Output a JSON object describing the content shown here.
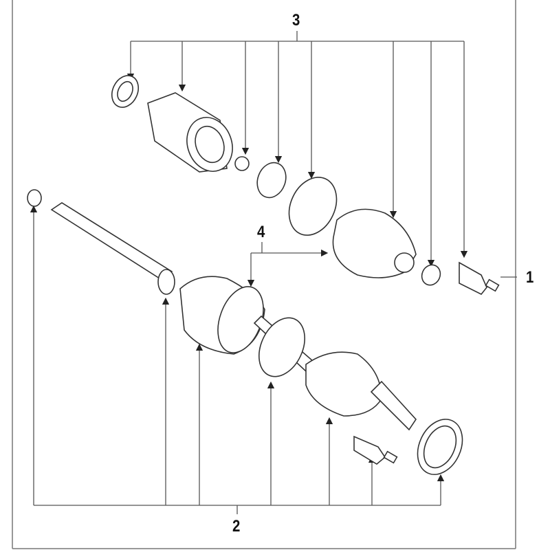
{
  "diagram": {
    "callouts": [
      {
        "id": "1",
        "label": "1"
      },
      {
        "id": "2",
        "label": "2"
      },
      {
        "id": "3",
        "label": "3"
      },
      {
        "id": "4",
        "label": "4"
      }
    ],
    "colors": {
      "line": "#555555",
      "part_outline": "#333333",
      "background": "#ffffff"
    }
  }
}
